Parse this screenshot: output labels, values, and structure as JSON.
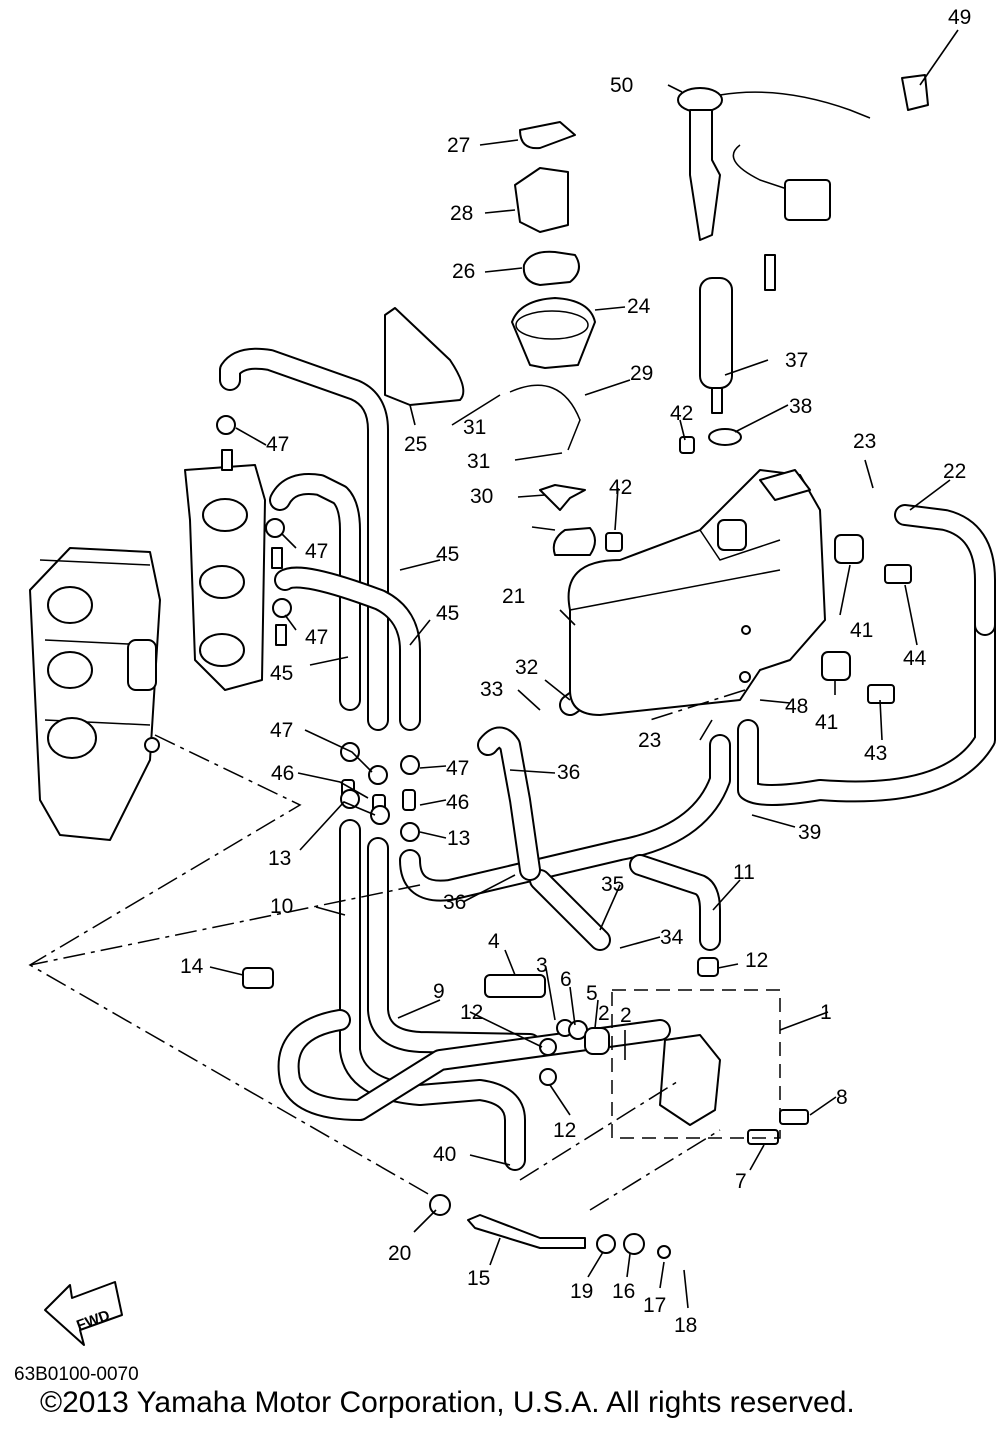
{
  "diagram": {
    "code": "63B0100-0070",
    "copyright": "©2013 Yamaha Motor Corporation, U.S.A. All rights reserved.",
    "fwd_label": "FWD",
    "callouts": [
      "1",
      "2",
      "3",
      "4",
      "5",
      "6",
      "7",
      "8",
      "9",
      "10",
      "11",
      "12",
      "12",
      "12",
      "13",
      "13",
      "14",
      "15",
      "16",
      "17",
      "18",
      "19",
      "20",
      "21",
      "22",
      "23",
      "23",
      "24",
      "25",
      "26",
      "27",
      "28",
      "29",
      "30",
      "31",
      "31",
      "32",
      "33",
      "34",
      "35",
      "36",
      "36",
      "37",
      "38",
      "39",
      "40",
      "41",
      "41",
      "42",
      "42",
      "43",
      "44",
      "45",
      "45",
      "45",
      "46",
      "46",
      "47",
      "47",
      "47",
      "47",
      "47",
      "48",
      "49",
      "50",
      "2"
    ]
  }
}
